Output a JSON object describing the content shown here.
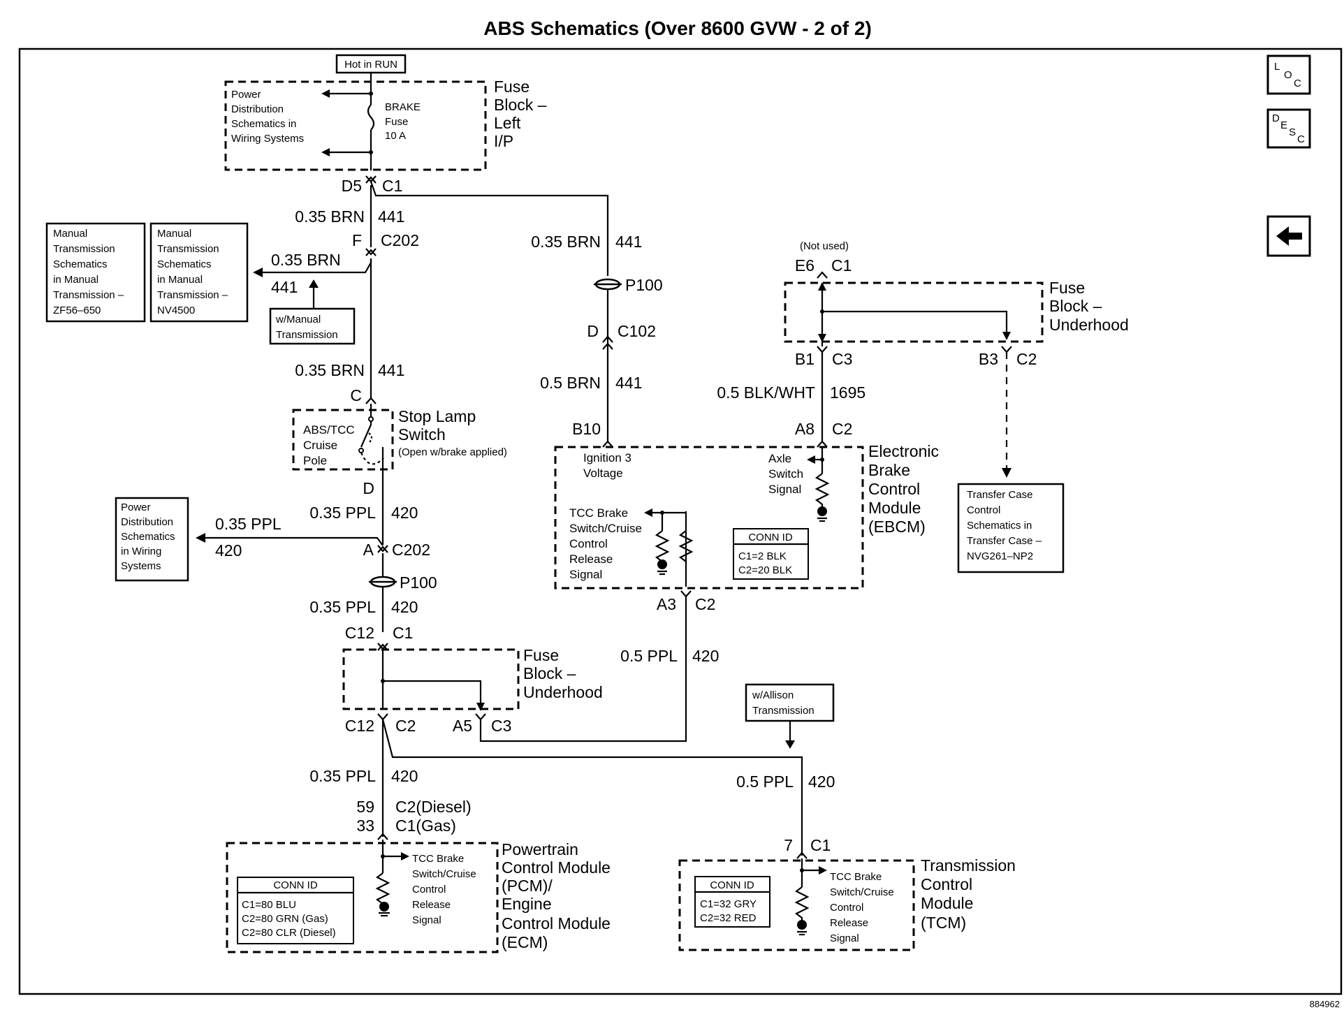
{
  "title": "ABS Schematics (Over 8600 GVW - 2 of 2)",
  "figure_number": "884962",
  "nav": {
    "loc": [
      "L",
      "O",
      "C"
    ],
    "desc": [
      "D",
      "E",
      "S",
      "C"
    ],
    "back_icon": "left-arrow-icon"
  },
  "hot_in_run": "Hot in RUN",
  "fuse_left": {
    "name": [
      "Fuse",
      "Block –",
      "Left",
      "I/P"
    ],
    "power_ref": [
      "Power",
      "Distribution",
      "Schematics in",
      "Wiring Systems"
    ],
    "fuse": [
      "BRAKE",
      "Fuse",
      "10 A"
    ]
  },
  "c1_top": {
    "pin": "D5",
    "conn": "C1"
  },
  "left_wire_1": {
    "size": "0.35 BRN",
    "circuit": "441"
  },
  "c202_f": {
    "pin": "F",
    "conn": "C202"
  },
  "manual_branch": {
    "size": "0.35 BRN",
    "circuit": "441"
  },
  "manual_zf": [
    "Manual",
    "Transmission",
    "Schematics",
    "in Manual",
    "Transmission –",
    "ZF56–650"
  ],
  "manual_nv": [
    "Manual",
    "Transmission",
    "Schematics",
    "in Manual",
    "Transmission –",
    "NV4500"
  ],
  "w_manual": [
    "w/Manual",
    "Transmission"
  ],
  "left_wire_2": {
    "size": "0.35 BRN",
    "circuit": "441"
  },
  "stop_lamp": {
    "pin_in": "C",
    "pin_out": "D",
    "name": [
      "Stop Lamp",
      "Switch"
    ],
    "note": "(Open w/brake applied)",
    "pole": [
      "ABS/TCC",
      "Cruise",
      "Pole"
    ]
  },
  "left_wire_3": {
    "size": "0.35 PPL",
    "circuit": "420"
  },
  "c202_a": {
    "pin": "A",
    "conn": "C202"
  },
  "ppl_branch": {
    "size": "0.35 PPL",
    "circuit": "420"
  },
  "power_ref2": [
    "Power",
    "Distribution",
    "Schematics",
    "in Wiring",
    "Systems"
  ],
  "p100_left": "P100",
  "left_wire_4": {
    "size": "0.35 PPL",
    "circuit": "420"
  },
  "c1_mid": {
    "pin": "C12",
    "conn": "C1"
  },
  "fuse_under_left": {
    "name": [
      "Fuse",
      "Block –",
      "Underhood"
    ]
  },
  "c2_mid": {
    "pin": "C12",
    "conn": "C2"
  },
  "c3_mid": {
    "pin": "A5",
    "conn": "C3"
  },
  "left_wire_5": {
    "size": "0.35 PPL",
    "circuit": "420"
  },
  "pcm_pins": {
    "pin1": "59",
    "conn1": "C2(Diesel)",
    "pin2": "33",
    "conn2": "C1(Gas)"
  },
  "pcm": {
    "name": [
      "Powertrain",
      "Control Module",
      "(PCM)/",
      "Engine",
      "Control Module",
      "(ECM)"
    ],
    "signal": [
      "TCC Brake",
      "Switch/Cruise",
      "Control",
      "Release",
      "Signal"
    ],
    "conn_id_title": "CONN ID",
    "conn_id": [
      "C1=80 BLU",
      "C2=80 GRN (Gas)",
      "C2=80 CLR (Diesel)"
    ]
  },
  "mid_wire_1": {
    "size": "0.35 BRN",
    "circuit": "441"
  },
  "p100_mid": "P100",
  "c102": {
    "pin": "D",
    "conn": "C102"
  },
  "mid_wire_2": {
    "size": "0.5 BRN",
    "circuit": "441"
  },
  "ebcm": {
    "pin_b10": "B10",
    "pin_a8": "A8",
    "conn_c2": "C2",
    "name": [
      "Electronic",
      "Brake",
      "Control",
      "Module",
      "(EBCM)"
    ],
    "ign": [
      "Ignition 3",
      "Voltage"
    ],
    "axle": [
      "Axle",
      "Switch",
      "Signal"
    ],
    "tcc": [
      "TCC Brake",
      "Switch/Cruise",
      "Control",
      "Release",
      "Signal"
    ],
    "conn_id_title": "CONN ID",
    "conn_id": [
      "C1=2 BLK",
      "C2=20 BLK"
    ]
  },
  "ebcm_out": {
    "pin": "A3",
    "conn": "C2"
  },
  "mid_wire_3": {
    "size": "0.5 PPL",
    "circuit": "420"
  },
  "w_allison": [
    "w/Allison",
    "Transmission"
  ],
  "tcm_wire": {
    "size": "0.5 PPL",
    "circuit": "420"
  },
  "tcm_pin": {
    "pin": "7",
    "conn": "C1"
  },
  "tcm": {
    "name": [
      "Transmission",
      "Control",
      "Module",
      "(TCM)"
    ],
    "signal": [
      "TCC Brake",
      "Switch/Cruise",
      "Control",
      "Release",
      "Signal"
    ],
    "conn_id_title": "CONN ID",
    "conn_id": [
      "C1=32 GRY",
      "C2=32 RED"
    ]
  },
  "right": {
    "not_used": "(Not used)",
    "e6": {
      "pin": "E6",
      "conn": "C1"
    },
    "fuse_name": [
      "Fuse",
      "Block –",
      "Underhood"
    ],
    "b1": {
      "pin": "B1",
      "conn": "C3"
    },
    "b3": {
      "pin": "B3",
      "conn": "C2"
    },
    "wire": {
      "size": "0.5 BLK/WHT",
      "circuit": "1695"
    },
    "transfer": [
      "Transfer Case",
      "Control",
      "Schematics in",
      "Transfer Case –",
      "NVG261–NP2"
    ]
  }
}
